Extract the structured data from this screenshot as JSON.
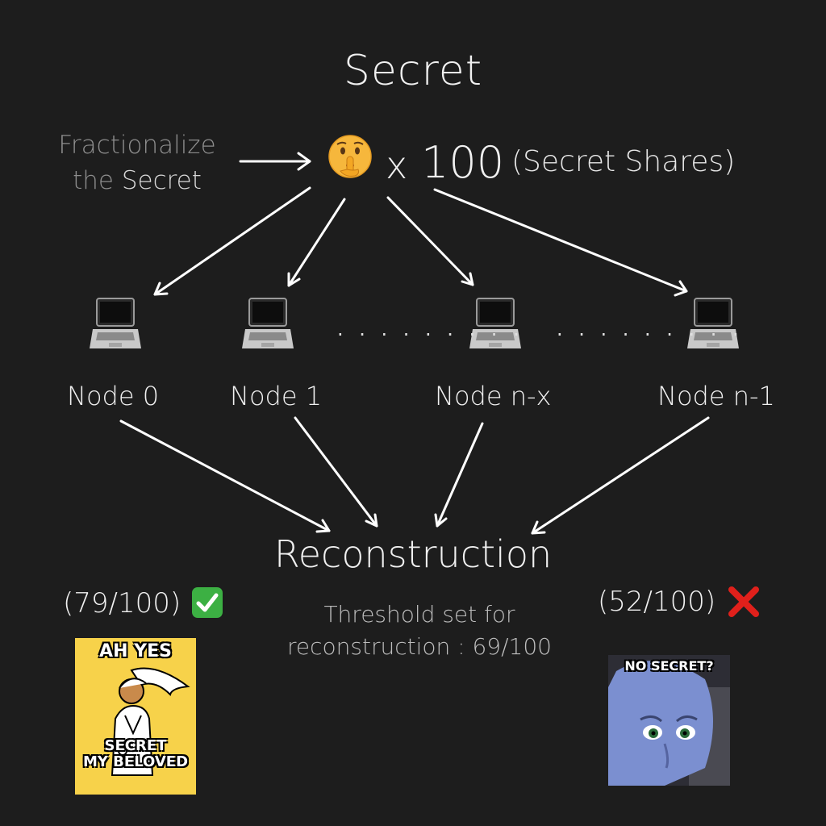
{
  "title": "Secret",
  "fractionalize": {
    "line1": "Fractionalize",
    "line2_prefix": "the ",
    "line2_highlight": "Secret"
  },
  "shares": {
    "emoji": "shushing-face-icon",
    "times": "x",
    "count": "100",
    "label": "(Secret Shares)"
  },
  "nodes": [
    {
      "label": "Node 0",
      "icon": "laptop-icon"
    },
    {
      "label": "Node 1",
      "icon": "laptop-icon"
    },
    {
      "label": "Node n-x",
      "icon": "laptop-icon"
    },
    {
      "label": "Node n-1",
      "icon": "laptop-icon"
    }
  ],
  "ellipsis": ". . . . . . . . .",
  "reconstruction": "Reconstruction",
  "threshold": {
    "line1": "Threshold set for",
    "line2": "reconstruction  : 69/100"
  },
  "success": {
    "score": "(79/100)",
    "icon": "check-mark-icon",
    "meme_top": "AH YES",
    "meme_bottom1": "SECRET",
    "meme_bottom2": "MY BELOVED"
  },
  "failure": {
    "score": "(52/100)",
    "icon": "cross-mark-icon",
    "meme_top": "NO SECRET?"
  },
  "colors": {
    "background": "#1d1d1d",
    "check": "#3cb043",
    "cross": "#e0201b",
    "meme_yellow": "#f7d24a"
  }
}
